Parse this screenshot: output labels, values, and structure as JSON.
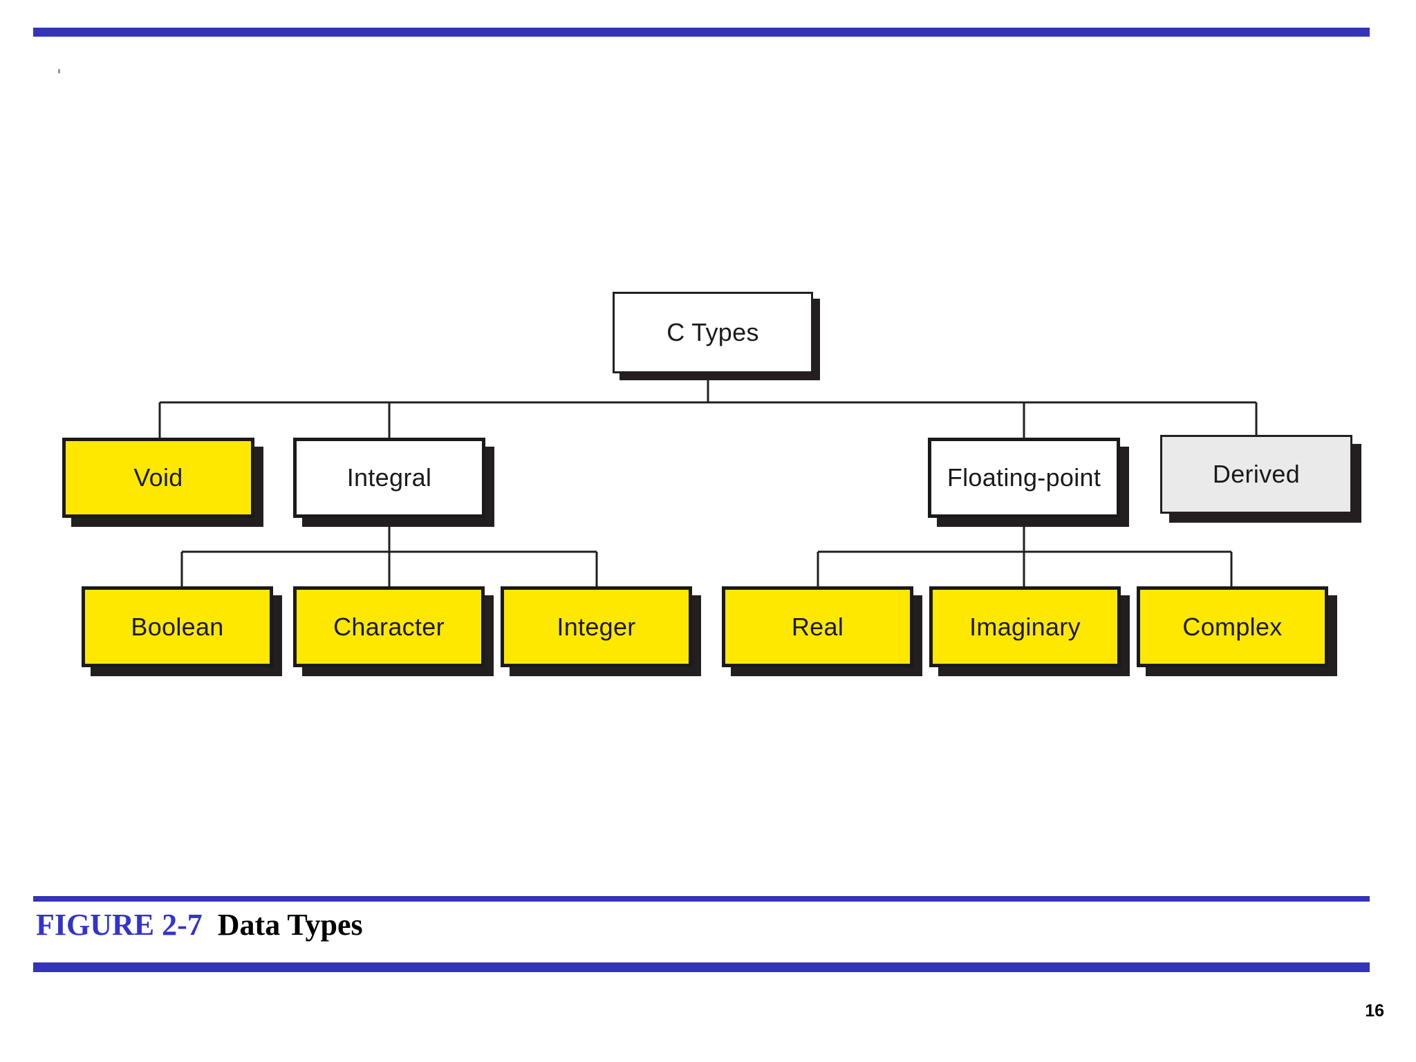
{
  "slide": {
    "page_number": "16",
    "caption": {
      "figure_label": "FIGURE 2-7",
      "figure_title": "Data Types"
    },
    "colors": {
      "rule_blue": "#3333bb",
      "caption_blue": "#3333cc",
      "node_yellow": "#ffe800",
      "node_gray": "#eaeaea",
      "node_white": "#ffffff",
      "border_black": "#1a1a1a",
      "shadow_black": "#231f20"
    }
  },
  "chart_data": {
    "type": "diagram",
    "diagram_kind": "tree",
    "title": "Data Types",
    "root": "C Types",
    "nodes": [
      {
        "id": "c-types",
        "label": "C Types",
        "level": 0,
        "fill": "white",
        "parent": null
      },
      {
        "id": "void",
        "label": "Void",
        "level": 1,
        "fill": "yellow",
        "parent": "c-types"
      },
      {
        "id": "integral",
        "label": "Integral",
        "level": 1,
        "fill": "white",
        "parent": "c-types"
      },
      {
        "id": "floating-point",
        "label": "Floating-point",
        "level": 1,
        "fill": "white",
        "parent": "c-types"
      },
      {
        "id": "derived",
        "label": "Derived",
        "level": 1,
        "fill": "gray",
        "parent": "c-types"
      },
      {
        "id": "boolean",
        "label": "Boolean",
        "level": 2,
        "fill": "yellow",
        "parent": "integral"
      },
      {
        "id": "character",
        "label": "Character",
        "level": 2,
        "fill": "yellow",
        "parent": "integral"
      },
      {
        "id": "integer",
        "label": "Integer",
        "level": 2,
        "fill": "yellow",
        "parent": "integral"
      },
      {
        "id": "real",
        "label": "Real",
        "level": 2,
        "fill": "yellow",
        "parent": "floating-point"
      },
      {
        "id": "imaginary",
        "label": "Imaginary",
        "level": 2,
        "fill": "yellow",
        "parent": "floating-point"
      },
      {
        "id": "complex",
        "label": "Complex",
        "level": 2,
        "fill": "yellow",
        "parent": "floating-point"
      }
    ],
    "edges": [
      {
        "from": "c-types",
        "to": "void"
      },
      {
        "from": "c-types",
        "to": "integral"
      },
      {
        "from": "c-types",
        "to": "floating-point"
      },
      {
        "from": "c-types",
        "to": "derived"
      },
      {
        "from": "integral",
        "to": "boolean"
      },
      {
        "from": "integral",
        "to": "character"
      },
      {
        "from": "integral",
        "to": "integer"
      },
      {
        "from": "floating-point",
        "to": "real"
      },
      {
        "from": "floating-point",
        "to": "imaginary"
      },
      {
        "from": "floating-point",
        "to": "complex"
      }
    ]
  },
  "nodes": {
    "c_types": "C Types",
    "void": "Void",
    "integral": "Integral",
    "floating_point": "Floating-point",
    "derived": "Derived",
    "boolean": "Boolean",
    "character": "Character",
    "integer": "Integer",
    "real": "Real",
    "imaginary": "Imaginary",
    "complex": "Complex"
  }
}
